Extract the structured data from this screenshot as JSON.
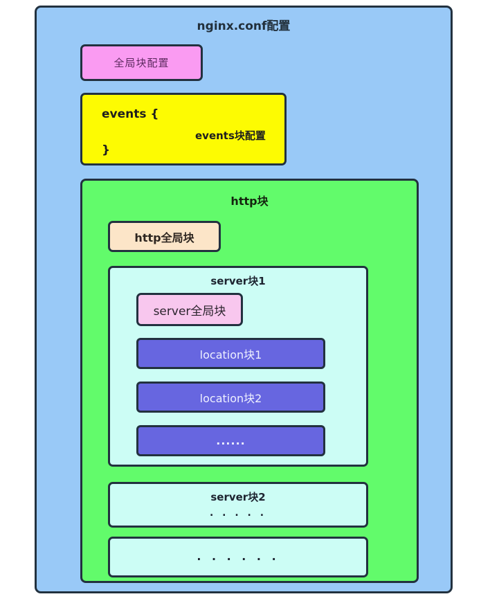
{
  "title": "nginx.conf配置",
  "global_block": {
    "label": "全局块配置"
  },
  "events_block": {
    "open": "events {",
    "label": "events块配置",
    "close": "}"
  },
  "http_block": {
    "title": "http块",
    "http_global": {
      "label": "http全局块"
    },
    "server1": {
      "title": "server块1",
      "server_global": {
        "label": "server全局块"
      },
      "locations": [
        {
          "label": "location块1"
        },
        {
          "label": "location块2"
        },
        {
          "label": "......"
        }
      ]
    },
    "server2": {
      "title": "server块2",
      "dots": ". . . . ."
    },
    "more_servers": {
      "dots": ". . . . . ."
    }
  },
  "colors": {
    "outer_background": "#99c9f7",
    "global_block_fill": "#fa9bf2",
    "events_block_fill": "#fdfb02",
    "http_block_fill": "#62fb6b",
    "http_global_fill": "#fce5c8",
    "server_block_fill": "#ccfdf5",
    "server_global_fill": "#f8c7ee",
    "location_block_fill": "#6766e0",
    "border": "#22313f"
  }
}
